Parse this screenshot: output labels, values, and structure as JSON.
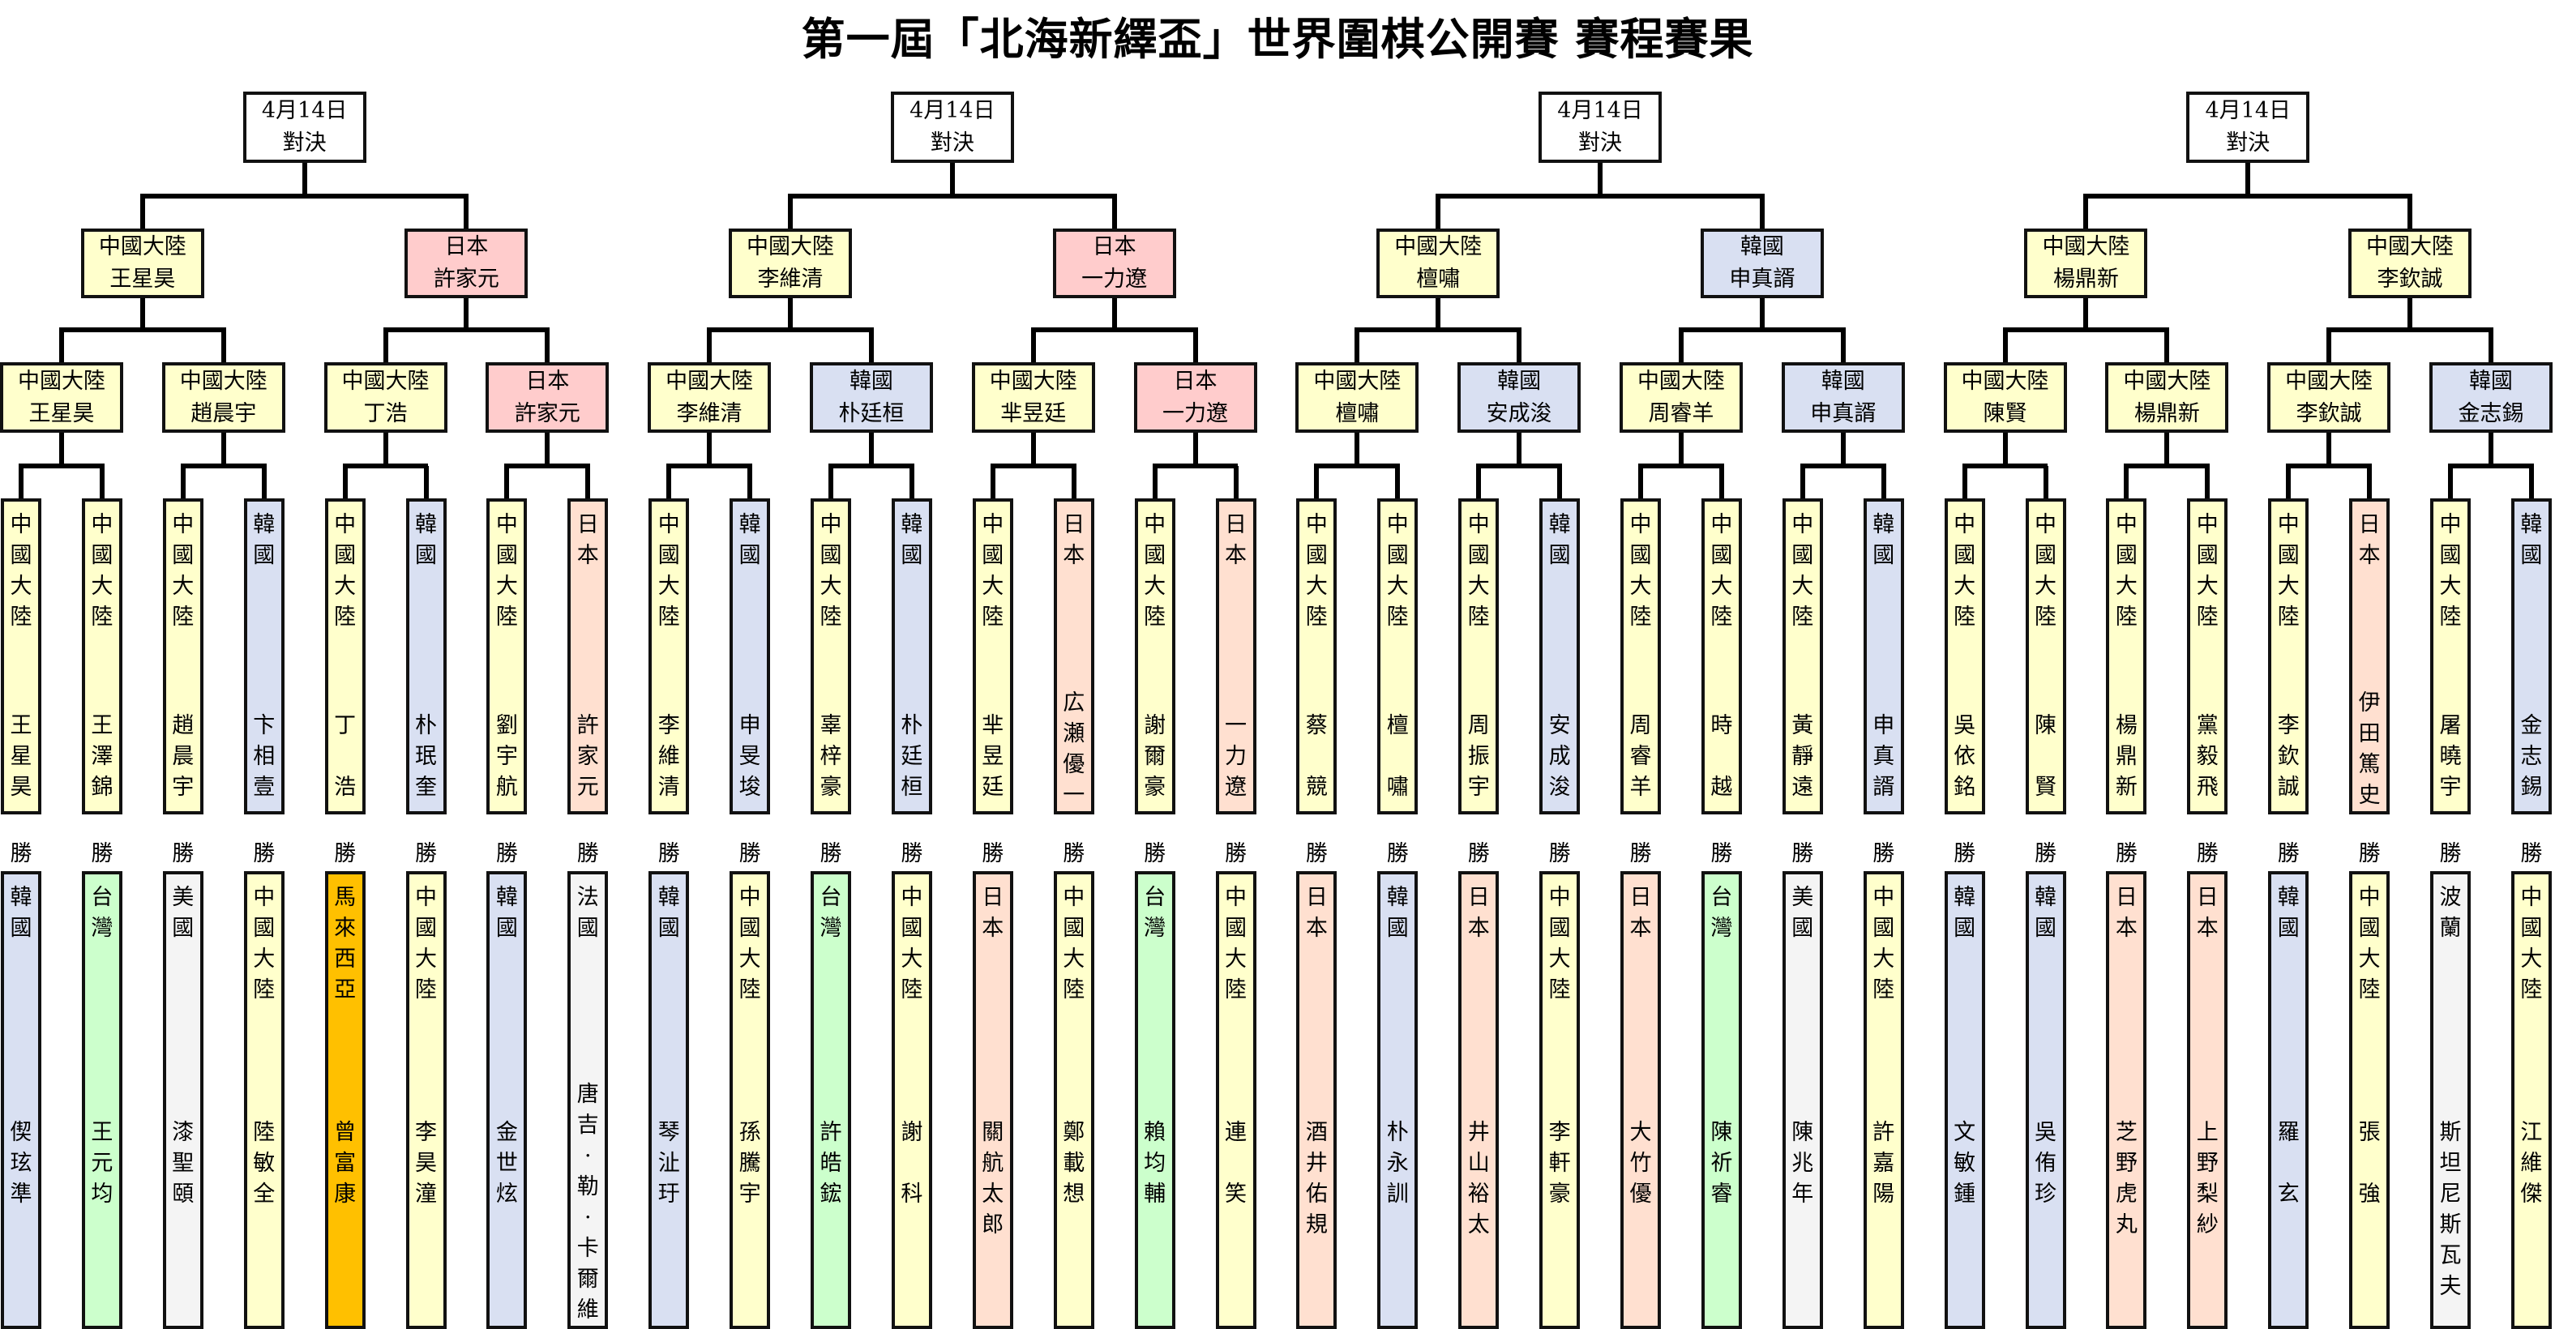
{
  "title": "第一屆「北海新繹盃」世界圍棋公開賽 賽程賽果",
  "colors": {
    "中國大陸": "#FFFFCC",
    "日本_win": "#FFCCCC",
    "日本": "#FFE0D0",
    "韓國": "#D9E0F2",
    "台灣": "#CCFFCC",
    "美國": "#F4F4F4",
    "法國": "#F4F4F4",
    "波蘭": "#F4F4F4",
    "馬來西亞": "#FFC000",
    "date": "#FFFFFF"
  },
  "win_label": "勝",
  "groups": [
    {
      "date": "4月14日",
      "match": "對決",
      "semis": [
        {
          "country": "中國大陸",
          "name": "王星昊"
        },
        {
          "country": "日本",
          "name": "許家元"
        }
      ],
      "quarters": [
        {
          "country": "中國大陸",
          "name": "王星昊"
        },
        {
          "country": "中國大陸",
          "name": "趙晨宇"
        },
        {
          "country": "中國大陸",
          "name": "丁浩"
        },
        {
          "country": "日本",
          "name": "許家元"
        }
      ],
      "round2": [
        {
          "country": "中國大陸",
          "name": "王星昊"
        },
        {
          "country": "中國大陸",
          "name": "王澤錦"
        },
        {
          "country": "中國大陸",
          "name": "趙晨宇"
        },
        {
          "country": "韓國",
          "name": "卞相壹"
        },
        {
          "country": "中國大陸",
          "name": "丁浩"
        },
        {
          "country": "韓國",
          "name": "朴珉奎"
        },
        {
          "country": "中國大陸",
          "name": "劉宇航"
        },
        {
          "country": "日本",
          "name": "許家元"
        }
      ],
      "round1": [
        {
          "country": "韓國",
          "name": "偰玹準"
        },
        {
          "country": "台灣",
          "name": "王元均"
        },
        {
          "country": "美國",
          "name": "漆聖頤"
        },
        {
          "country": "中國大陸",
          "name": "陸敏全"
        },
        {
          "country": "馬來西亞",
          "name": "曾富康"
        },
        {
          "country": "中國大陸",
          "name": "李昊潼"
        },
        {
          "country": "韓國",
          "name": "金世炫"
        },
        {
          "country": "法國",
          "name": "唐吉·勒·卡爾維"
        }
      ]
    },
    {
      "date": "4月14日",
      "match": "對決",
      "semis": [
        {
          "country": "中國大陸",
          "name": "李維清"
        },
        {
          "country": "日本",
          "name": "一力遼"
        }
      ],
      "quarters": [
        {
          "country": "中國大陸",
          "name": "李維清"
        },
        {
          "country": "韓國",
          "name": "朴廷桓"
        },
        {
          "country": "中國大陸",
          "name": "芈昱廷"
        },
        {
          "country": "日本",
          "name": "一力遼"
        }
      ],
      "round2": [
        {
          "country": "中國大陸",
          "name": "李維清"
        },
        {
          "country": "韓國",
          "name": "申旻埈"
        },
        {
          "country": "中國大陸",
          "name": "辜梓豪"
        },
        {
          "country": "韓國",
          "name": "朴廷桓"
        },
        {
          "country": "中國大陸",
          "name": "芈昱廷"
        },
        {
          "country": "日本",
          "name": "広瀬優一"
        },
        {
          "country": "中國大陸",
          "name": "謝爾豪"
        },
        {
          "country": "日本",
          "name": "一力遼"
        }
      ],
      "round1": [
        {
          "country": "韓國",
          "name": "琴沚玗"
        },
        {
          "country": "中國大陸",
          "name": "孫騰宇"
        },
        {
          "country": "台灣",
          "name": "許皓鋐"
        },
        {
          "country": "中國大陸",
          "name": "謝科"
        },
        {
          "country": "日本",
          "name": "關航太郎"
        },
        {
          "country": "中國大陸",
          "name": "鄭載想"
        },
        {
          "country": "台灣",
          "name": "賴均輔"
        },
        {
          "country": "中國大陸",
          "name": "連笑"
        }
      ]
    },
    {
      "date": "4月14日",
      "match": "對決",
      "semis": [
        {
          "country": "中國大陸",
          "name": "檀嘯"
        },
        {
          "country": "韓國",
          "name": "申真諝"
        }
      ],
      "quarters": [
        {
          "country": "中國大陸",
          "name": "檀嘯"
        },
        {
          "country": "韓國",
          "name": "安成浚"
        },
        {
          "country": "中國大陸",
          "name": "周睿羊"
        },
        {
          "country": "韓國",
          "name": "申真諝"
        }
      ],
      "round2": [
        {
          "country": "中國大陸",
          "name": "蔡競"
        },
        {
          "country": "中國大陸",
          "name": "檀嘯"
        },
        {
          "country": "中國大陸",
          "name": "周振宇"
        },
        {
          "country": "韓國",
          "name": "安成浚"
        },
        {
          "country": "中國大陸",
          "name": "周睿羊"
        },
        {
          "country": "中國大陸",
          "name": "時越"
        },
        {
          "country": "中國大陸",
          "name": "黃靜遠"
        },
        {
          "country": "韓國",
          "name": "申真諝"
        }
      ],
      "round1": [
        {
          "country": "日本",
          "name": "酒井佑規"
        },
        {
          "country": "韓國",
          "name": "朴永訓"
        },
        {
          "country": "日本",
          "name": "井山裕太"
        },
        {
          "country": "中國大陸",
          "name": "李軒豪"
        },
        {
          "country": "日本",
          "name": "大竹優"
        },
        {
          "country": "台灣",
          "name": "陳祈睿"
        },
        {
          "country": "美國",
          "name": "陳兆年"
        },
        {
          "country": "中國大陸",
          "name": "許嘉陽"
        }
      ]
    },
    {
      "date": "4月14日",
      "match": "對決",
      "semis": [
        {
          "country": "中國大陸",
          "name": "楊鼎新"
        },
        {
          "country": "中國大陸",
          "name": "李欽誠"
        }
      ],
      "quarters": [
        {
          "country": "中國大陸",
          "name": "陳賢"
        },
        {
          "country": "中國大陸",
          "name": "楊鼎新"
        },
        {
          "country": "中國大陸",
          "name": "李欽誠"
        },
        {
          "country": "韓國",
          "name": "金志錫"
        }
      ],
      "round2": [
        {
          "country": "中國大陸",
          "name": "吳依銘"
        },
        {
          "country": "中國大陸",
          "name": "陳賢"
        },
        {
          "country": "中國大陸",
          "name": "楊鼎新"
        },
        {
          "country": "中國大陸",
          "name": "黨毅飛"
        },
        {
          "country": "中國大陸",
          "name": "李欽誠"
        },
        {
          "country": "日本",
          "name": "伊田篤史"
        },
        {
          "country": "中國大陸",
          "name": "屠曉宇"
        },
        {
          "country": "韓國",
          "name": "金志錫"
        }
      ],
      "round1": [
        {
          "country": "韓國",
          "name": "文敏鍾"
        },
        {
          "country": "韓國",
          "name": "吳侑珍"
        },
        {
          "country": "日本",
          "name": "芝野虎丸"
        },
        {
          "country": "日本",
          "name": "上野梨紗"
        },
        {
          "country": "韓國",
          "name": "羅玄"
        },
        {
          "country": "中國大陸",
          "name": "張強"
        },
        {
          "country": "波蘭",
          "name": "斯坦尼斯瓦夫"
        },
        {
          "country": "中國大陸",
          "name": "江維傑"
        }
      ]
    }
  ]
}
